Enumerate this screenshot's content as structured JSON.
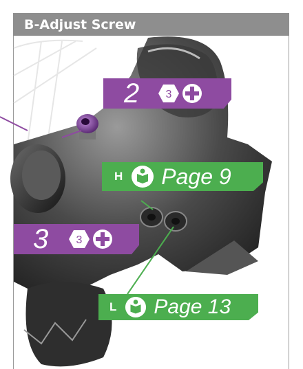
{
  "header": {
    "title": "B-Adjust Screw"
  },
  "callouts": {
    "top": {
      "number": "2",
      "hex_size": "3",
      "icon": "phillips-screwdriver-icon"
    },
    "left": {
      "number": "3",
      "hex_size": "3",
      "icon": "phillips-screwdriver-icon"
    },
    "h": {
      "letter": "H",
      "icon": "manual-reference-icon",
      "page_ref": "Page 9"
    },
    "l": {
      "letter": "L",
      "icon": "manual-reference-icon",
      "page_ref": "Page 13"
    }
  },
  "colors": {
    "header": "#8e8e8e",
    "purple": "#8e4ba1",
    "green": "#4cae4f"
  }
}
